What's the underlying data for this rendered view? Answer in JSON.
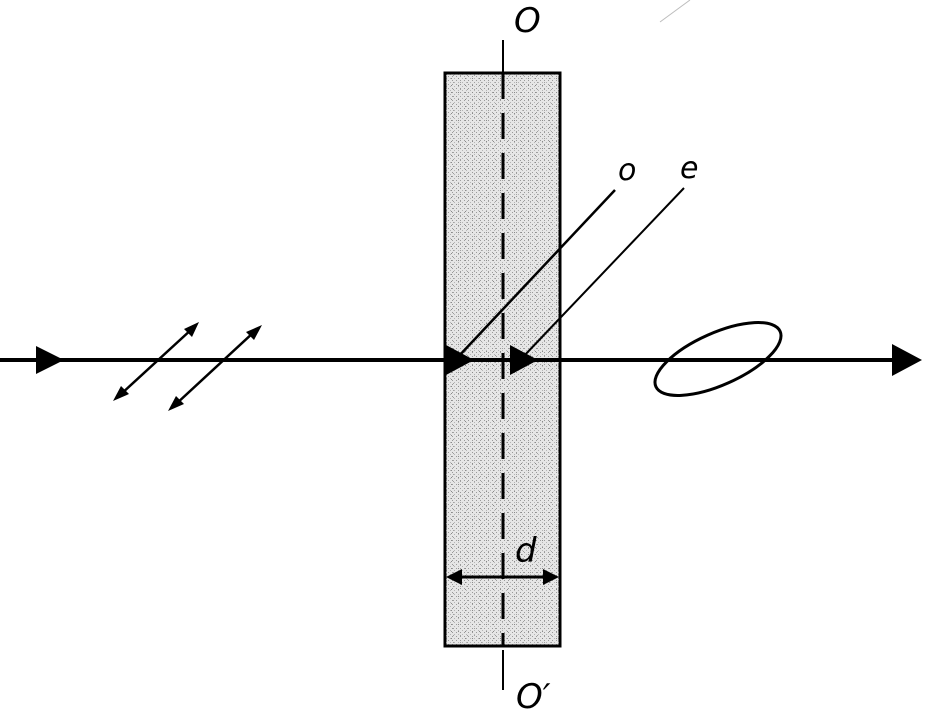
{
  "labels": {
    "axis_top": "O",
    "axis_bottom": "O′",
    "o_ray": "o",
    "e_ray": "e",
    "thickness": "d"
  },
  "colors": {
    "line": "#000000",
    "plate_fill": "#dcdcdc",
    "background": "#ffffff"
  }
}
